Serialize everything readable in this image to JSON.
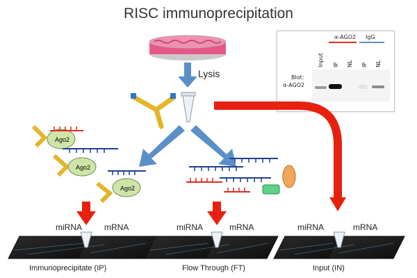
{
  "title": "RISC immunoprecipitation",
  "lysis_label": "Lysis",
  "protein_label": "Ago2",
  "blot": {
    "antibody_ago2": "α-AGO2",
    "antibody_igg": "IgG",
    "lanes": [
      "Input",
      "IP",
      "NL",
      "IP",
      "NL"
    ],
    "blot_label_line1": "Blot:",
    "blot_label_line2": "α-AGO2"
  },
  "panels": [
    {
      "mirna_label": "miRNA",
      "mrna_label": "mRNA",
      "caption": "Immunoprecipitate (IP)"
    },
    {
      "mirna_label": "miRNA",
      "mrna_label": "mRNA",
      "caption": "Flow Through (FT)"
    },
    {
      "mirna_label": "miRNA",
      "mrna_label": "mRNA",
      "caption": "Input (IN)"
    }
  ],
  "colors": {
    "arrow_red": "#e8200f",
    "arrow_blue": "#5b8fc8",
    "antibody_yellow": "#e4b52a",
    "antibody_blue": "#2f75c6",
    "ago2_green": "#cfe5a8",
    "rna_red": "#e02a1f",
    "rna_blue": "#1f3f8a",
    "dish_pink": "#e8578a"
  }
}
